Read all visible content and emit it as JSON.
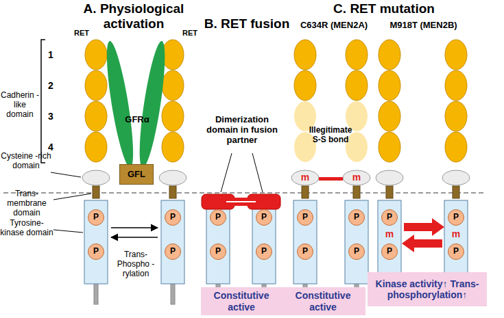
{
  "diagram": {
    "nodes": [
      {
        "text": [
          "GFRα"
        ]
      },
      {
        "text": [
          "GFL"
        ]
      },
      {
        "text": [
          "P"
        ]
      },
      {
        "text": [
          "P"
        ]
      },
      {
        "text": [
          "P"
        ]
      },
      {
        "text": [
          "P"
        ]
      },
      {
        "text": [
          "P"
        ]
      },
      {
        "text": [
          "P"
        ]
      },
      {
        "text": [
          "P"
        ]
      },
      {
        "text": [
          "P"
        ]
      },
      {
        "text": [
          "P"
        ]
      },
      {
        "text": [
          "P"
        ]
      },
      {
        "text": [
          "P"
        ]
      },
      {
        "text": [
          "P"
        ]
      },
      {
        "text": [
          "P"
        ]
      },
      {
        "text": [
          "P"
        ]
      },
      {
        "text": [
          "P"
        ]
      },
      {
        "text": [
          "P"
        ]
      },
      {
        "text": [
          "Constitutive active"
        ]
      },
      {
        "text": [
          "Constitutive active"
        ]
      },
      {
        "text": [
          "Kinase activity↑ Trans- phosphorylation↑"
        ]
      }
    ],
    "labels": [
      "A. Physiological activation",
      "B. RET fusion",
      "C. RET mutation",
      "C634R (MEN2A)",
      "M918T (MEN2B)",
      "RET",
      "RET",
      "1",
      "2",
      "3",
      "4",
      "Cadherin -like domain",
      "Cysteine -rich domain",
      "Trans- membrane domain",
      "Tyrosine- kinase domain",
      "Trans- Phospho -rylation",
      "Dimerization domain in fusion partner",
      "Illegitimate S-S bond",
      "m",
      "m",
      "m",
      "m"
    ]
  }
}
